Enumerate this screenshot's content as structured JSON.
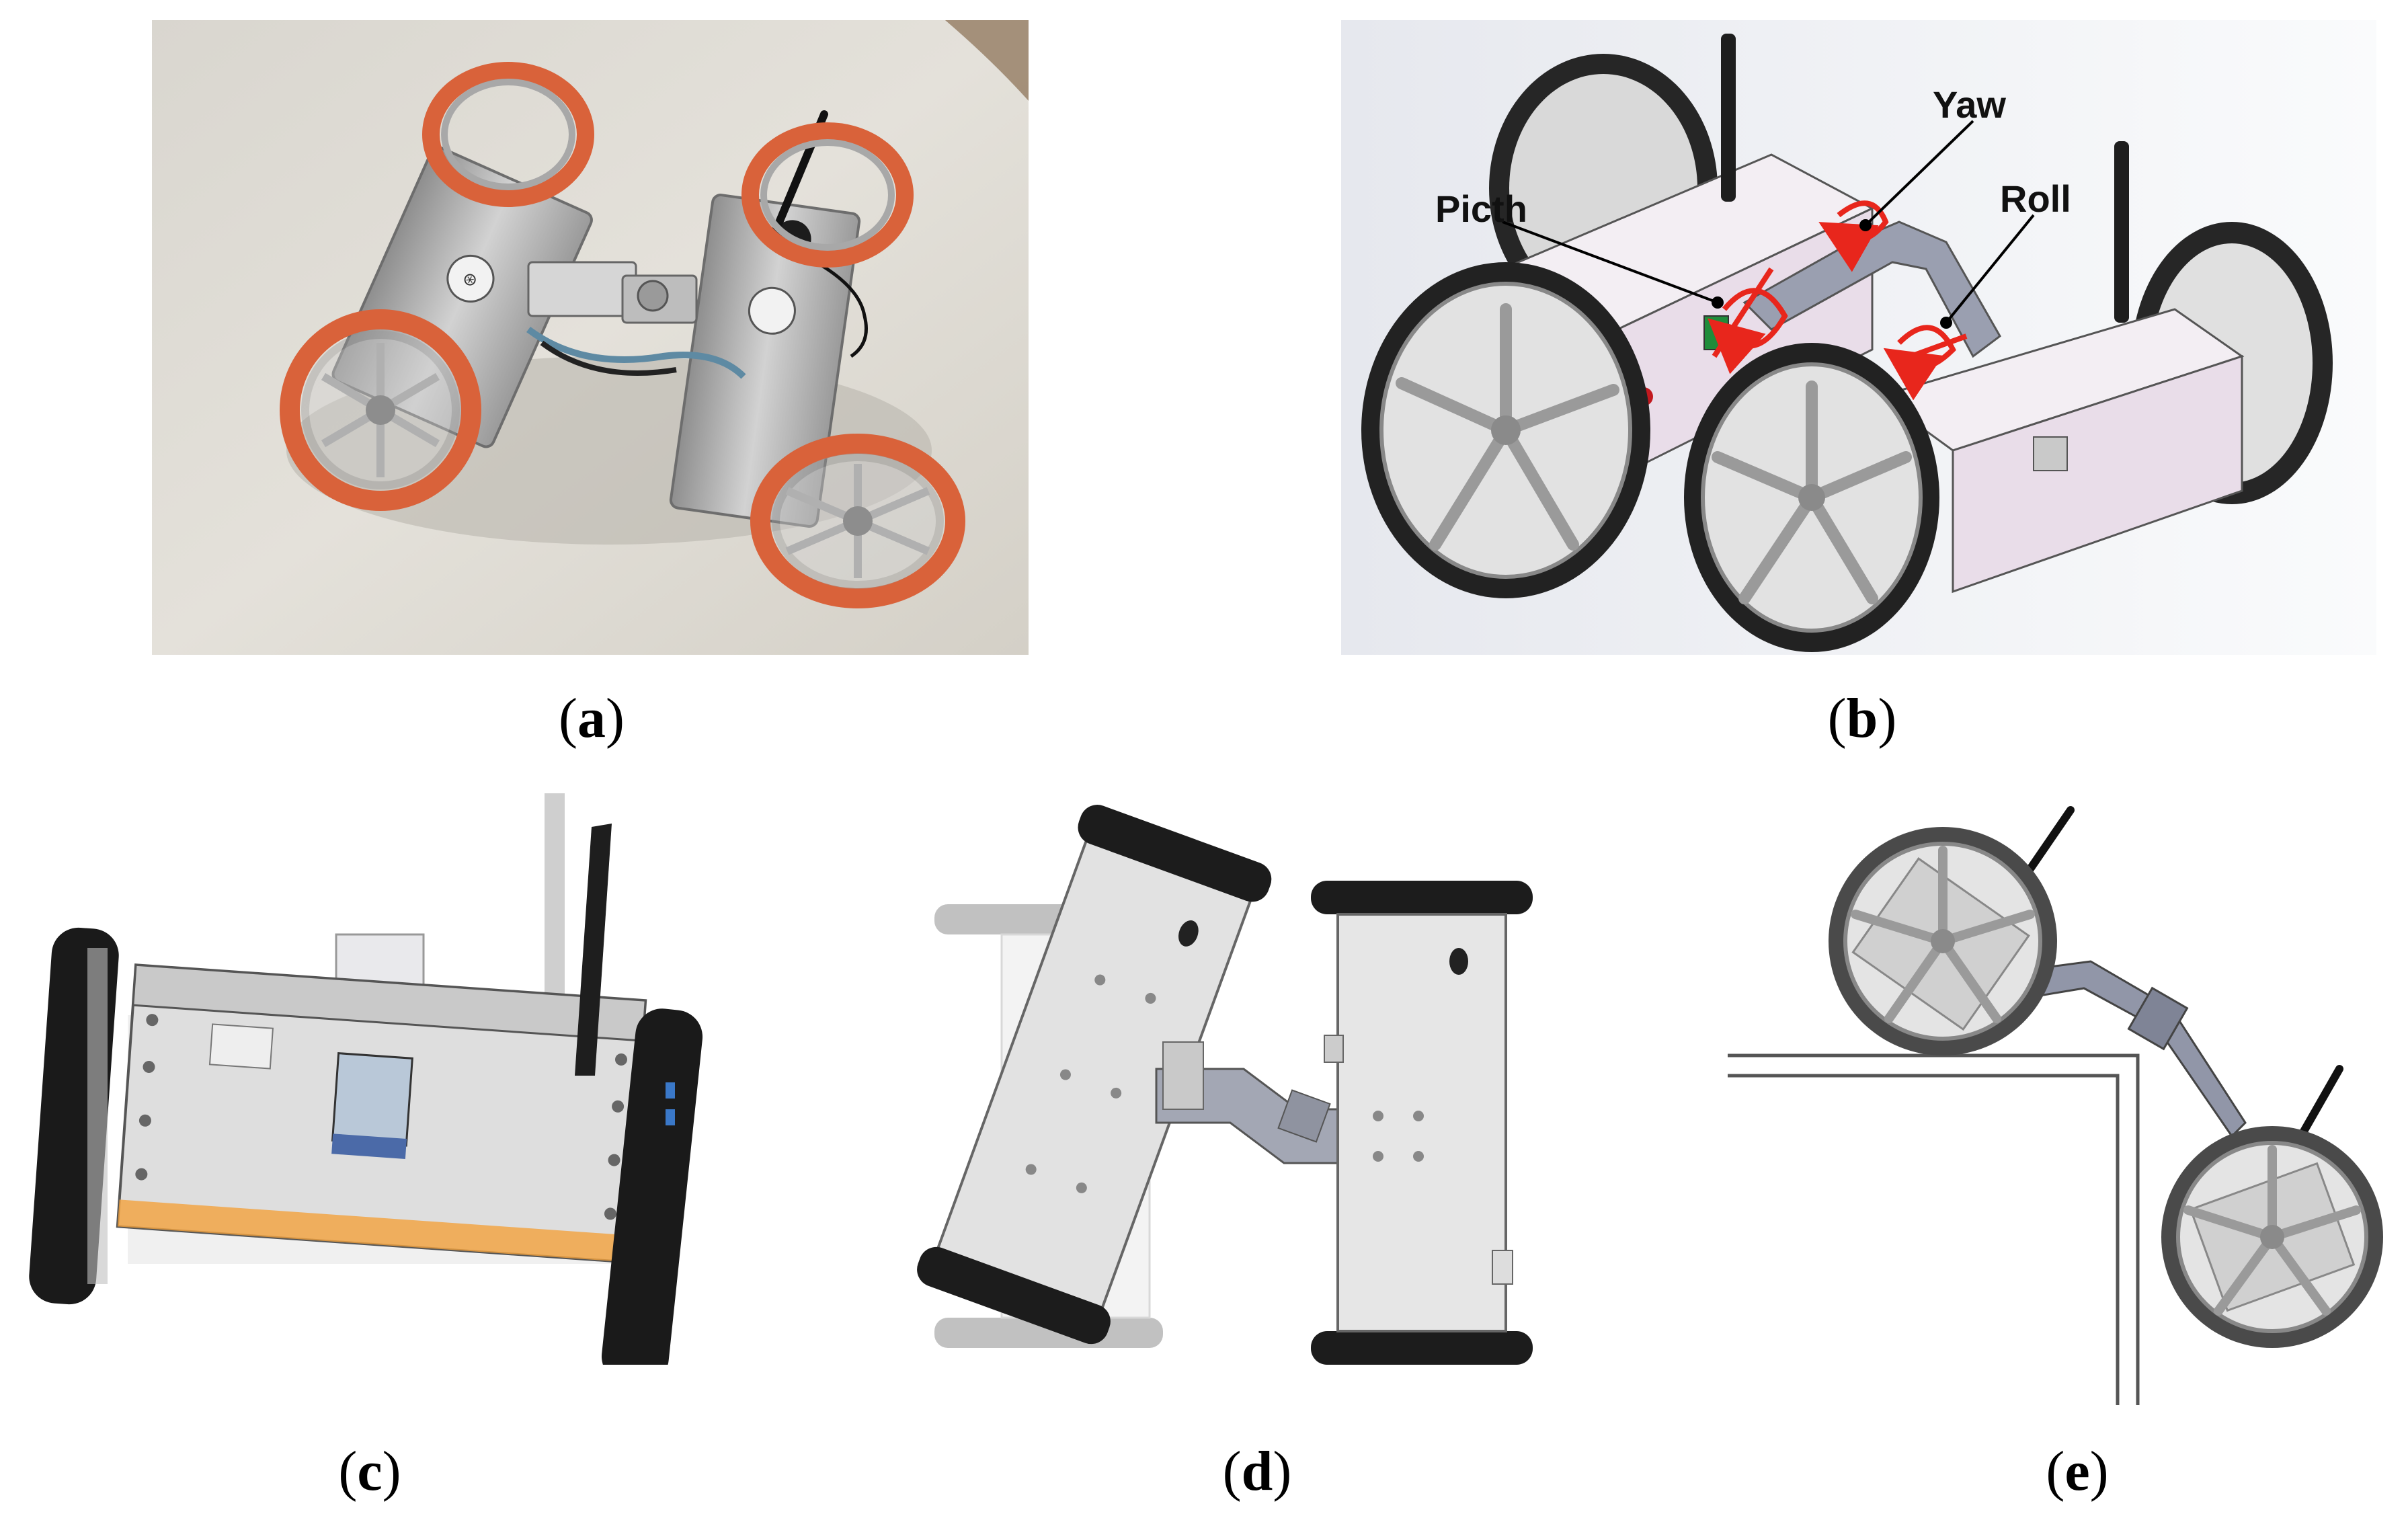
{
  "figure": {
    "panels": [
      {
        "id": "a",
        "letter": "a"
      },
      {
        "id": "b",
        "letter": "b"
      },
      {
        "id": "c",
        "letter": "c"
      },
      {
        "id": "d",
        "letter": "d"
      },
      {
        "id": "e",
        "letter": "e"
      }
    ],
    "callouts": {
      "pitch": "Picth",
      "yaw": "Yaw",
      "roll": "Roll"
    }
  },
  "colors": {
    "wheel_tread_photo": "#d9623a",
    "body_metal": "#bcbcbc",
    "body_cad_pink": "#e9dde9",
    "joint_arrow": "#e8261c",
    "tire_black": "#1a1a1a",
    "link_blue_gray": "#8a90a4"
  }
}
